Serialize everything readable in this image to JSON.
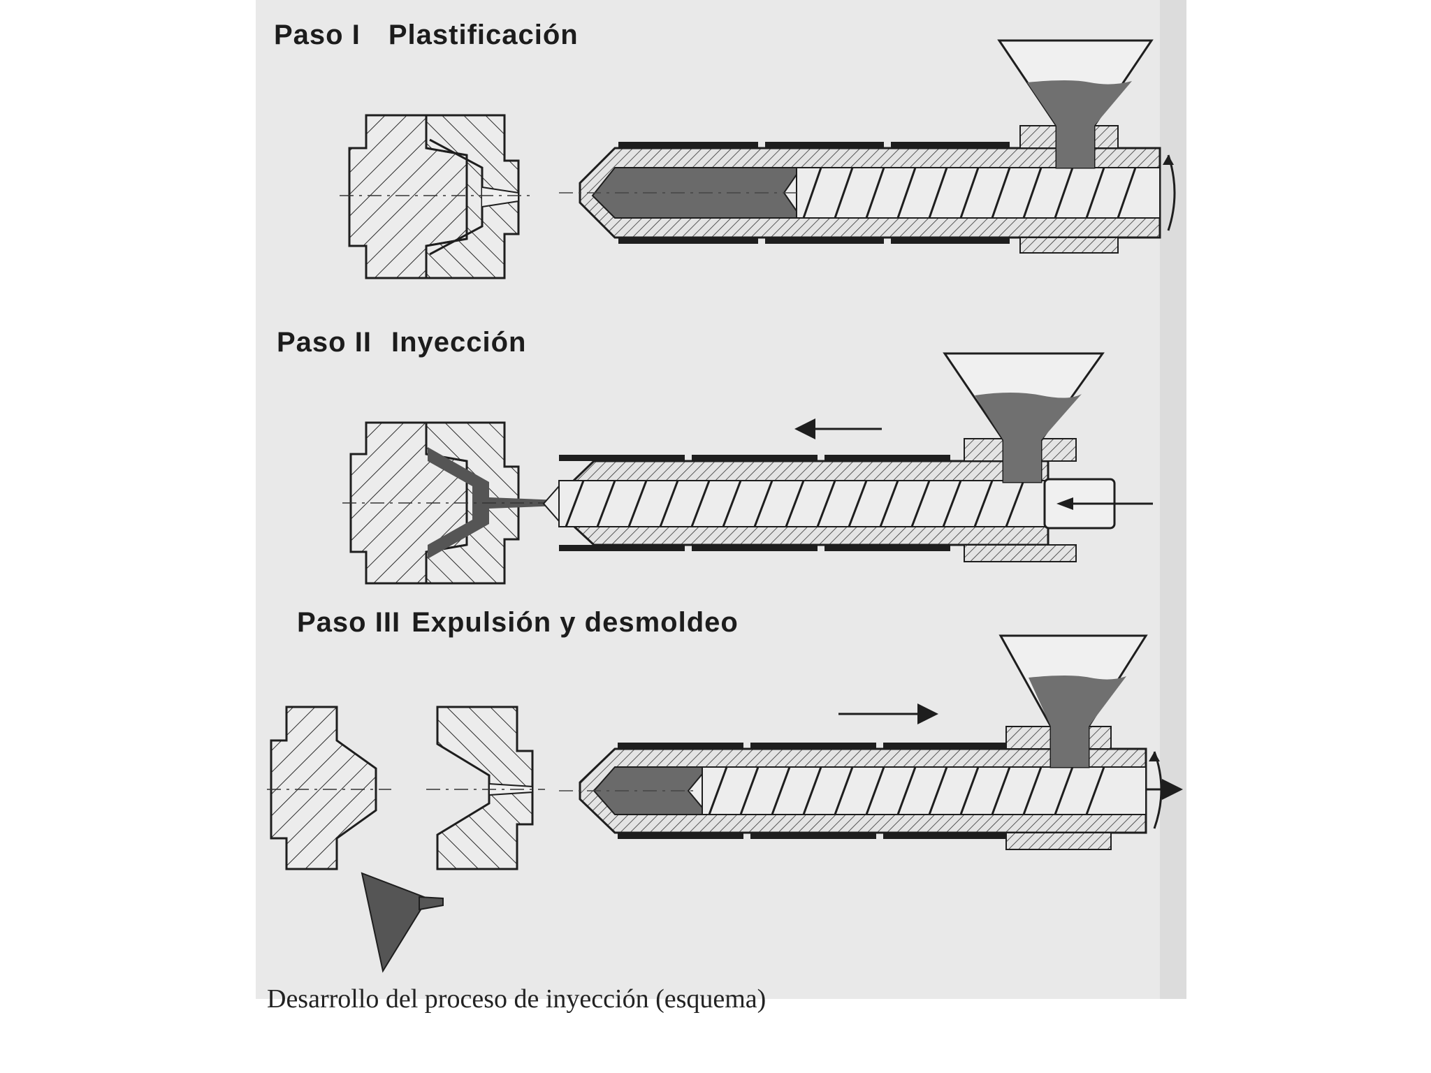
{
  "steps": [
    {
      "label": "Paso I",
      "title": "Plastificación"
    },
    {
      "label": "Paso II",
      "title": "Inyección"
    },
    {
      "label": "Paso III",
      "title": "Expulsión y desmoldeo"
    }
  ],
  "caption": "Desarrollo del proceso de inyección (esquema)",
  "colors": {
    "paper": "#e8e8e8",
    "ink": "#1e1e1e",
    "melt": "#6a6a6a",
    "pellets": "#707070"
  }
}
